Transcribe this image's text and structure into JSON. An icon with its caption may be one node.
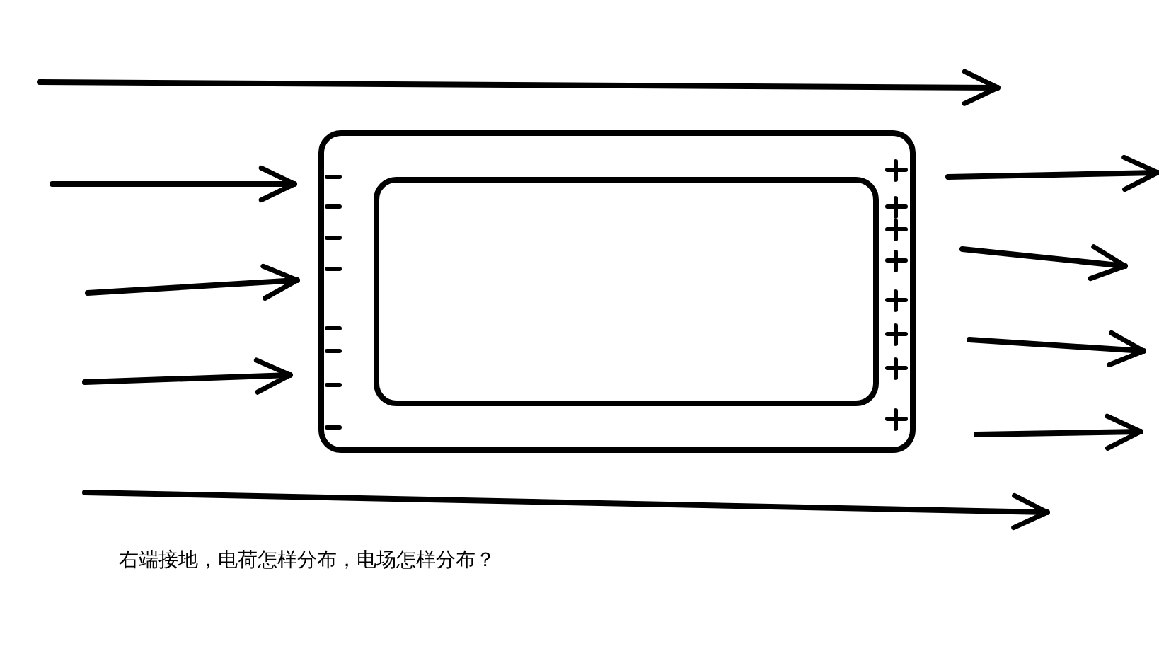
{
  "diagram": {
    "caption": "右端接地，电荷怎样分布，电场怎样分布？",
    "nodes": [
      {
        "text": [],
        "shape": "box"
      },
      {
        "text": [],
        "shape": "box",
        "in": 0
      }
    ]
  }
}
